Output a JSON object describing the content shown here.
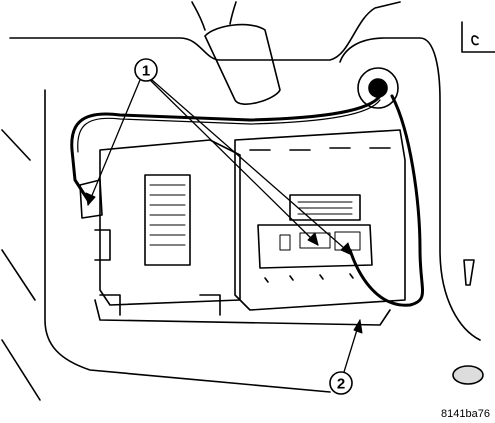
{
  "figure": {
    "code": "8141ba76",
    "callouts": [
      {
        "label": "1"
      },
      {
        "label": "2"
      }
    ]
  }
}
